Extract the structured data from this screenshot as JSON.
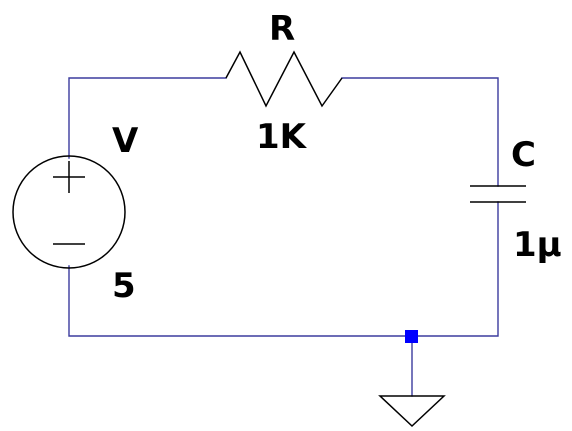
{
  "colors": {
    "wire": "#3b3b9e",
    "symbol": "#000000",
    "junction": "#0000ff",
    "background": "#ffffff"
  },
  "components": {
    "source": {
      "name": "V",
      "value": "5"
    },
    "resistor": {
      "name": "R",
      "value": "1K"
    },
    "capacitor": {
      "name": "C",
      "value": "1µ"
    }
  }
}
